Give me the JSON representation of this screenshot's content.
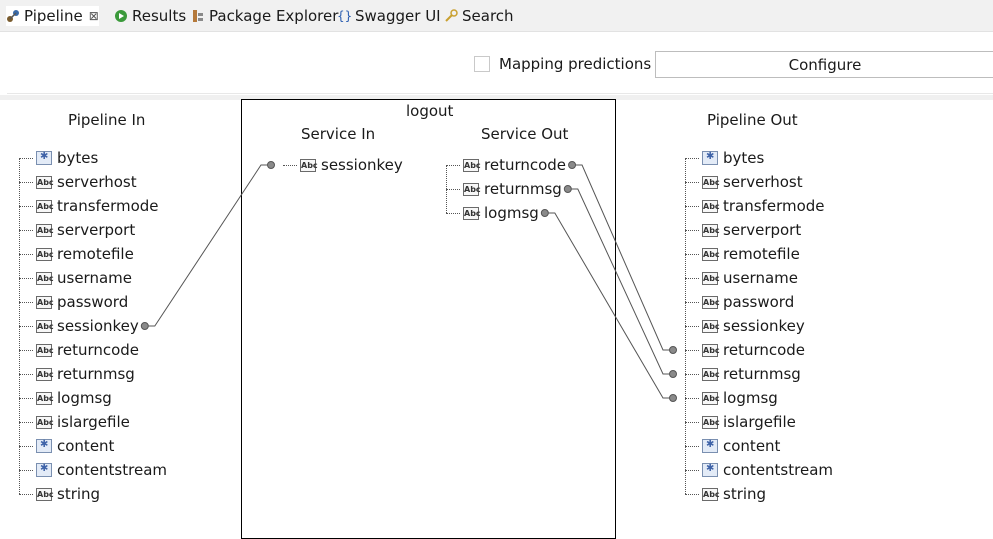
{
  "tabs": [
    {
      "label": "Pipeline",
      "active": true,
      "icon": "pipeline-icon",
      "closable": true
    },
    {
      "label": "Results",
      "icon": "results-icon"
    },
    {
      "label": "Package Explorer",
      "icon": "package-explorer-icon"
    },
    {
      "label": "Swagger UI",
      "icon": "swagger-icon"
    },
    {
      "label": "Search",
      "icon": "search-icon"
    }
  ],
  "toolbar": {
    "mapping_predictions_label": "Mapping predictions",
    "mapping_predictions_checked": false,
    "configure_label": "Configure"
  },
  "pipeline_in": {
    "title": "Pipeline In",
    "items": [
      {
        "name": "bytes",
        "type": "object"
      },
      {
        "name": "serverhost",
        "type": "string"
      },
      {
        "name": "transfermode",
        "type": "string"
      },
      {
        "name": "serverport",
        "type": "string"
      },
      {
        "name": "remotefile",
        "type": "string"
      },
      {
        "name": "username",
        "type": "string"
      },
      {
        "name": "password",
        "type": "string"
      },
      {
        "name": "sessionkey",
        "type": "string"
      },
      {
        "name": "returncode",
        "type": "string"
      },
      {
        "name": "returnmsg",
        "type": "string"
      },
      {
        "name": "logmsg",
        "type": "string"
      },
      {
        "name": "islargefile",
        "type": "string"
      },
      {
        "name": "content",
        "type": "object"
      },
      {
        "name": "contentstream",
        "type": "object"
      },
      {
        "name": "string",
        "type": "string"
      }
    ]
  },
  "service": {
    "title": "logout",
    "service_in_title": "Service In",
    "service_out_title": "Service Out",
    "service_in": [
      {
        "name": "sessionkey",
        "type": "string"
      }
    ],
    "service_out": [
      {
        "name": "returncode",
        "type": "string"
      },
      {
        "name": "returnmsg",
        "type": "string"
      },
      {
        "name": "logmsg",
        "type": "string"
      }
    ]
  },
  "pipeline_out": {
    "title": "Pipeline Out",
    "items": [
      {
        "name": "bytes",
        "type": "object"
      },
      {
        "name": "serverhost",
        "type": "string"
      },
      {
        "name": "transfermode",
        "type": "string"
      },
      {
        "name": "serverport",
        "type": "string"
      },
      {
        "name": "remotefile",
        "type": "string"
      },
      {
        "name": "username",
        "type": "string"
      },
      {
        "name": "password",
        "type": "string"
      },
      {
        "name": "sessionkey",
        "type": "string"
      },
      {
        "name": "returncode",
        "type": "string"
      },
      {
        "name": "returnmsg",
        "type": "string"
      },
      {
        "name": "logmsg",
        "type": "string"
      },
      {
        "name": "islargefile",
        "type": "string"
      },
      {
        "name": "content",
        "type": "object"
      },
      {
        "name": "contentstream",
        "type": "object"
      },
      {
        "name": "string",
        "type": "string"
      }
    ]
  },
  "type_badge_text": "Abc",
  "connections": [
    {
      "from": "pipeline_in.sessionkey",
      "to": "service_in.sessionkey"
    },
    {
      "from": "service_out.returncode",
      "to": "pipeline_out.returncode"
    },
    {
      "from": "service_out.returnmsg",
      "to": "pipeline_out.returnmsg"
    },
    {
      "from": "service_out.logmsg",
      "to": "pipeline_out.logmsg"
    }
  ]
}
